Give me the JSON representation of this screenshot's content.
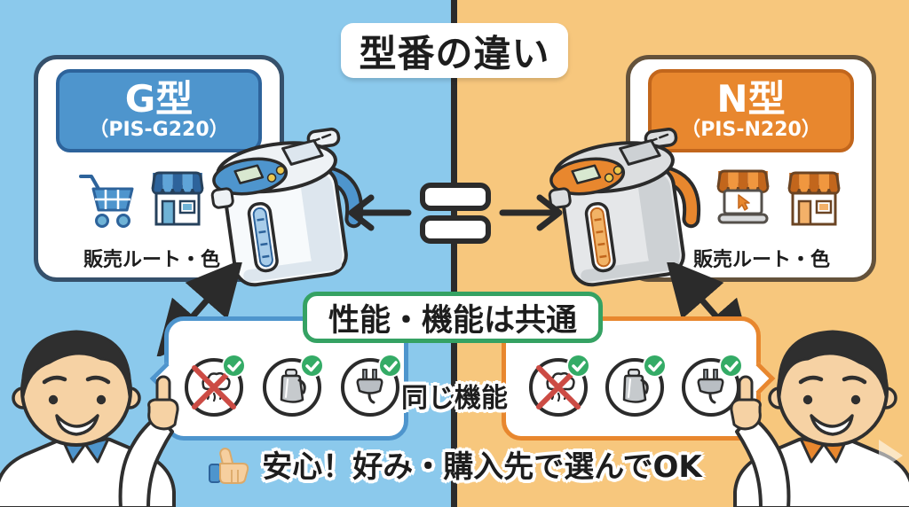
{
  "title": "型番の違い",
  "models": {
    "left": {
      "name": "G型",
      "code": "（PIS-G220）",
      "sales_label": "販売ルート・色",
      "sales_icons": [
        "cart-icon",
        "store-icon"
      ],
      "accent_color": "#4E95CD"
    },
    "right": {
      "name": "N型",
      "code": "（PIS-N220）",
      "sales_label": "販売ルート・色",
      "sales_icons": [
        "online-store-icon",
        "store-icon"
      ],
      "accent_color": "#E8872E"
    }
  },
  "center": {
    "equals_icon": "equals-sign",
    "arrow_icons": [
      "arrow-left-icon",
      "arrow-right-icon"
    ]
  },
  "comparison": {
    "banner_label": "性能・機能は共通",
    "same_function_label": "同じ機能",
    "feature_icons": [
      "no-steam-icon",
      "kettle-icon",
      "plug-icon"
    ],
    "check_icon": "check-badge-icon"
  },
  "footer": {
    "icon": "thumbs-up-icon",
    "label": "安心！好み・購入先で選んでOK"
  },
  "colors": {
    "background_left": "#8BC9EC",
    "background_right": "#F7C77D",
    "divider": "#2B2B2B",
    "blue_accent": "#4E95CD",
    "blue_dark": "#2D639B",
    "orange_accent": "#E8872E",
    "orange_dark": "#C2661C",
    "banner_green": "#35A263",
    "check_green": "#34AB66",
    "cross_red": "#CC4B44"
  }
}
